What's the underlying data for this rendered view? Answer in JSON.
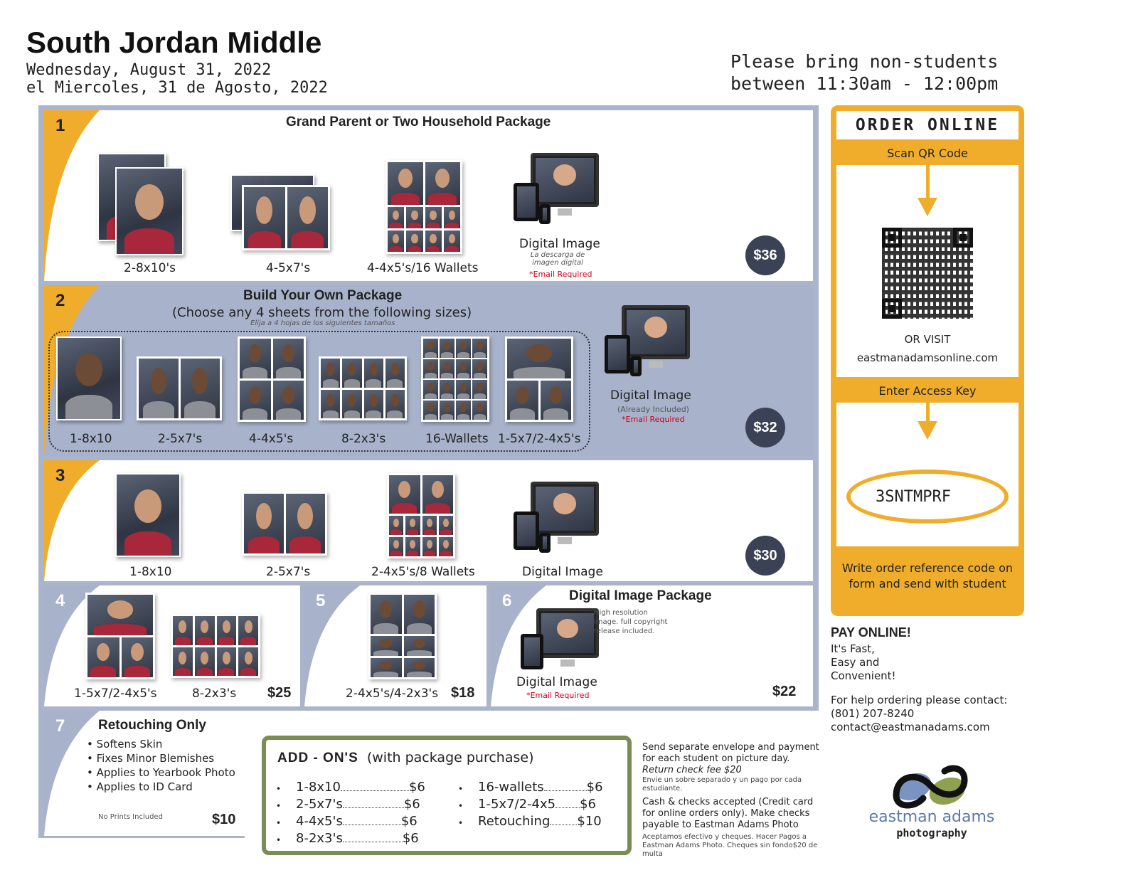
{
  "header": {
    "school": "South Jordan Middle",
    "date_en": "Wednesday, August 31, 2022",
    "date_es": "el Miercoles, 31 de Agosto,  2022",
    "note_line1": "Please bring non-students",
    "note_line2": "between 11:30am - 12:00pm"
  },
  "packages": [
    {
      "number": "1",
      "title": "Grand Parent or Two Household Package",
      "items": [
        "2-8x10's",
        "4-5x7's",
        "4-4x5's/16 Wallets",
        "Digital Image"
      ],
      "digital_sub": "La descarga de imagen digital",
      "email_required": "*Email Required",
      "price": "$36"
    },
    {
      "number": "2",
      "title": "Build Your Own Package",
      "subtitle": "(Choose any 4 sheets from the following sizes)",
      "subtitle_es": "Elija a 4 hojas de los siguientes tamaños",
      "items": [
        "1-8x10",
        "2-5x7's",
        "4-4x5's",
        "8-2x3's",
        "16-Wallets",
        "1-5x7/2-4x5's"
      ],
      "digital_label": "Digital Image",
      "digital_sub": "(Already Included)",
      "email_required": "*Email Required",
      "price": "$32"
    },
    {
      "number": "3",
      "items": [
        "1-8x10",
        "2-5x7's",
        "2-4x5's/8 Wallets",
        "Digital Image"
      ],
      "price": "$30"
    },
    {
      "number": "4",
      "items": [
        "1-5x7/2-4x5's",
        "8-2x3's"
      ],
      "price": "$25"
    },
    {
      "number": "5",
      "items": [
        "2-4x5's/4-2x3's"
      ],
      "price": "$18"
    },
    {
      "number": "6",
      "title": "Digital Image Package",
      "desc": "High resolution image. full copyright release included.",
      "digital_label": "Digital Image",
      "email_required": "*Email Required",
      "price": "$22"
    },
    {
      "number": "7",
      "title": "Retouching Only",
      "bullets": [
        "Softens Skin",
        "Fixes Minor Blemishes",
        "Applies to Yearbook Photo",
        "Applies to ID Card"
      ],
      "note": "No Prints Included",
      "price": "$10"
    }
  ],
  "order_online": {
    "title": "ORDER  ONLINE",
    "scan": "Scan QR Code",
    "or_visit": "OR VISIT",
    "url": "eastmanadamsonline.com",
    "enter_key": "Enter Access Key",
    "access_key": "3SNTMPRF",
    "write_code": "Write order reference code on form and send with student"
  },
  "pay_online": {
    "title": "PAY ONLINE!",
    "lines": [
      "It's Fast,",
      "Easy and",
      "Convenient!"
    ],
    "help": "For help ordering please contact:",
    "phone": "(801) 207-8240",
    "email": "contact@eastmanadams.com"
  },
  "addons": {
    "title": "ADD - ON'S",
    "subtitle": "(with package purchase)",
    "left": [
      {
        "item": "1-8x10",
        "price": "$6"
      },
      {
        "item": "2-5x7's",
        "price": "$6"
      },
      {
        "item": "4-4x5's",
        "price": "$6"
      },
      {
        "item": "8-2x3's",
        "price": "$6"
      }
    ],
    "right": [
      {
        "item": "16-wallets",
        "price": "$6"
      },
      {
        "item": "1-5x7/2-4x5",
        "price": "$6"
      },
      {
        "item": "Retouching",
        "price": "$10"
      }
    ]
  },
  "payment_notes": {
    "send": "Send separate envelope and payment for each student on picture day.",
    "return_fee": "Return check fee $20",
    "send_es": "Envie un sobre separado y un pago por cada estudiante.",
    "cash": "Cash & checks accepted (Credit card for online orders only). Make checks payable to Eastman Adams Photo",
    "cash_es": "Aceptamos efectivo y cheques. Hacer Pagos a Eastman Adams Photo. Cheques sin fondo$20 de multa"
  },
  "logo": {
    "name": "eastman adams",
    "sub": "photography"
  },
  "colors": {
    "accent_orange": "#f0ad2c",
    "panel_blue": "#a8b3cb",
    "price_badge": "#3b4255",
    "addon_border": "#7b8c55",
    "required_red": "#d0021b"
  }
}
